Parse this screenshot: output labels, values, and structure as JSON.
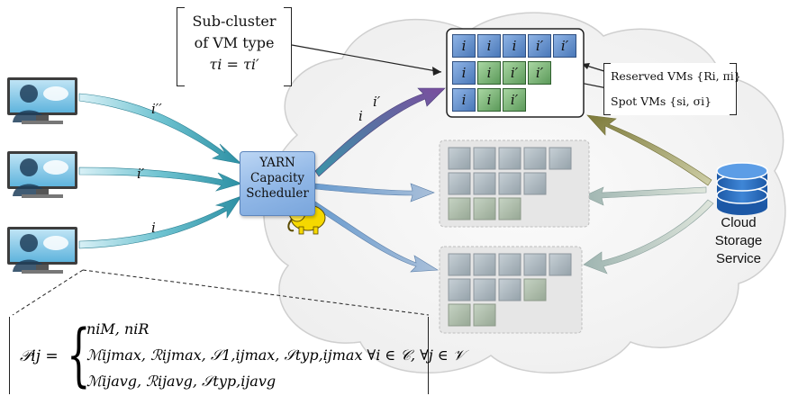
{
  "callout": {
    "line1": "Sub-cluster",
    "line2": "of VM type",
    "line3": "τi = τi′"
  },
  "vm_legend": {
    "reserved": "Reserved VMs {Ri, πi}",
    "spot": "Spot VMs {si, σi}"
  },
  "scheduler": {
    "line1": "YARN",
    "line2": "Capacity",
    "line3": "Scheduler"
  },
  "storage": {
    "line1": "Cloud",
    "line2": "Storage",
    "line3": "Service"
  },
  "flow_labels": {
    "user1": "i′′",
    "user2": "i′",
    "user3": "i",
    "out_i": "i",
    "out_iprime": "i′"
  },
  "vm_grid": {
    "row1": [
      "i",
      "i",
      "i",
      "i′",
      "i′"
    ],
    "row2": [
      "i",
      "i",
      "i′",
      "i′"
    ],
    "row3": [
      "i",
      "i",
      "i′"
    ]
  },
  "formula": {
    "lhs": "𝒫ij =",
    "row1": "niM,    niR",
    "row2": "ℳijmax,   ℛijmax,   𝒮1,ijmax,   𝒮typ,ijmax     ∀i ∈ 𝒞, ∀j ∈ 𝒱",
    "row3": "ℳijavg,   ℛijavg,   𝒮typ,ijavg"
  },
  "colors": {
    "reserved_vm": "#5b86c4",
    "spot_vm": "#6fa86f",
    "idle_vm": "#a8b2b8",
    "cloud_fill": "#f6f6f6",
    "arrow_teal": "#3d9fb0",
    "arrow_purple": "#6a5a9a",
    "arrow_olive": "#8a8a4a",
    "storage_blue": "#2f6fc0"
  }
}
